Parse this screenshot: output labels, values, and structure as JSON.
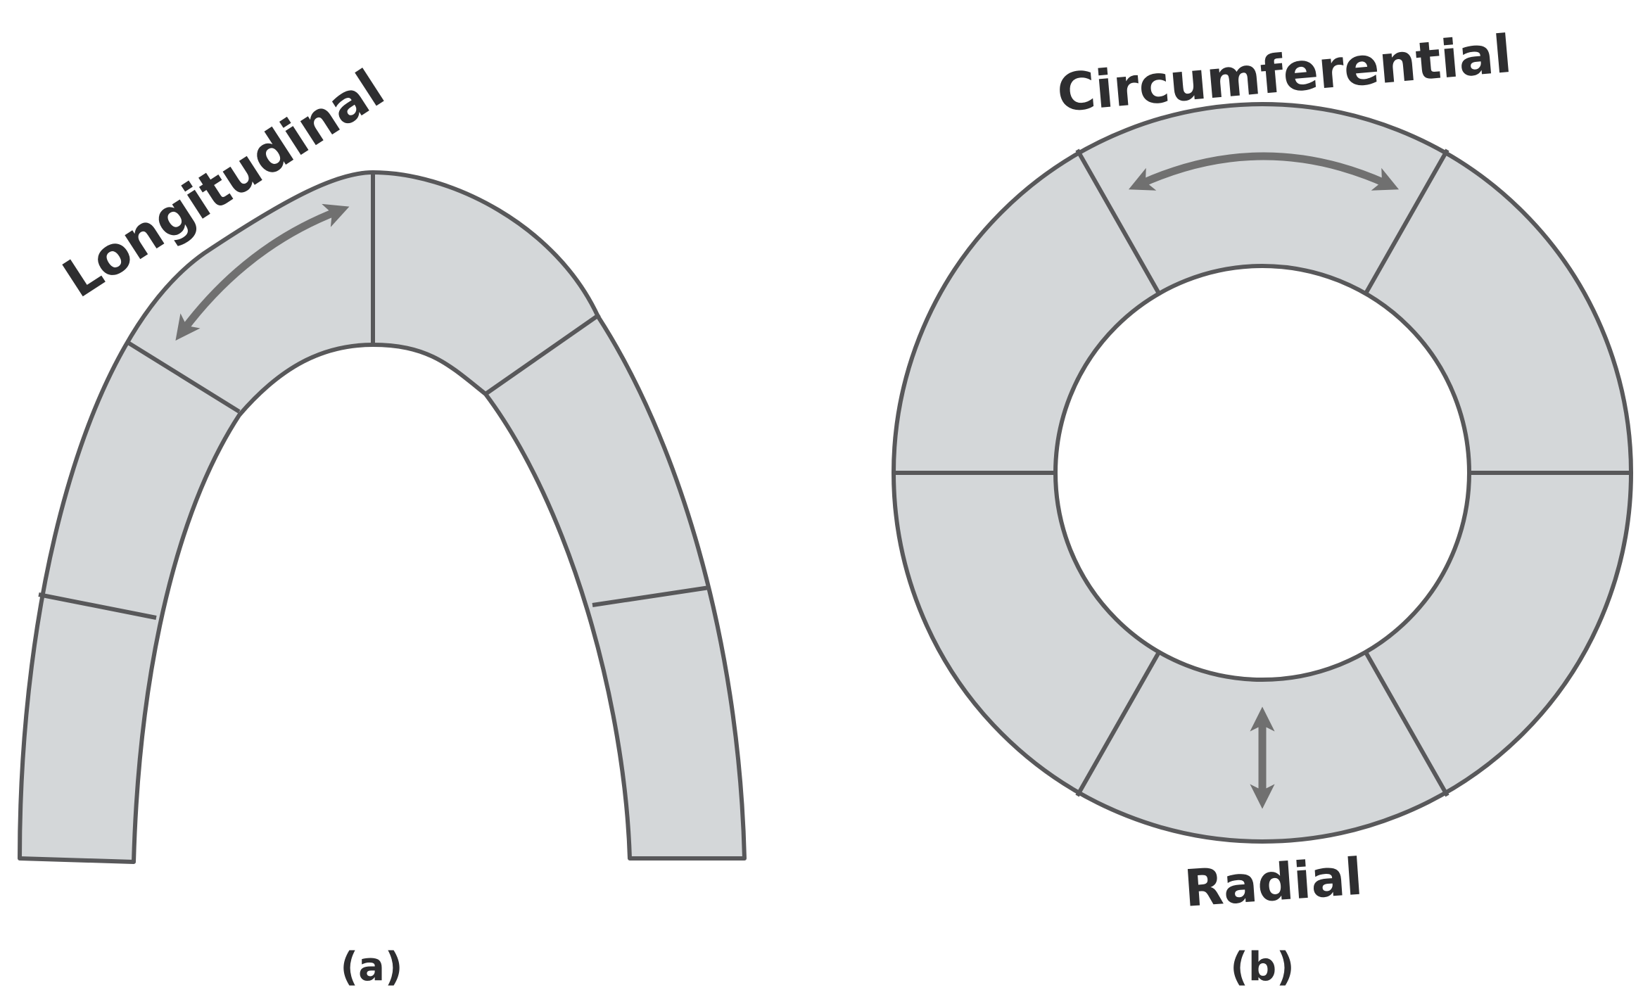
{
  "panel_a": {
    "label": "Longitudinal",
    "caption": "(a)"
  },
  "panel_b": {
    "label_top": "Circumferential",
    "label_bottom": "Radial",
    "caption": "(b)"
  },
  "colors": {
    "segment_fill": "#d4d7d9",
    "outline": "#58585a",
    "arrow": "#707070",
    "text": "#2e2e30"
  }
}
